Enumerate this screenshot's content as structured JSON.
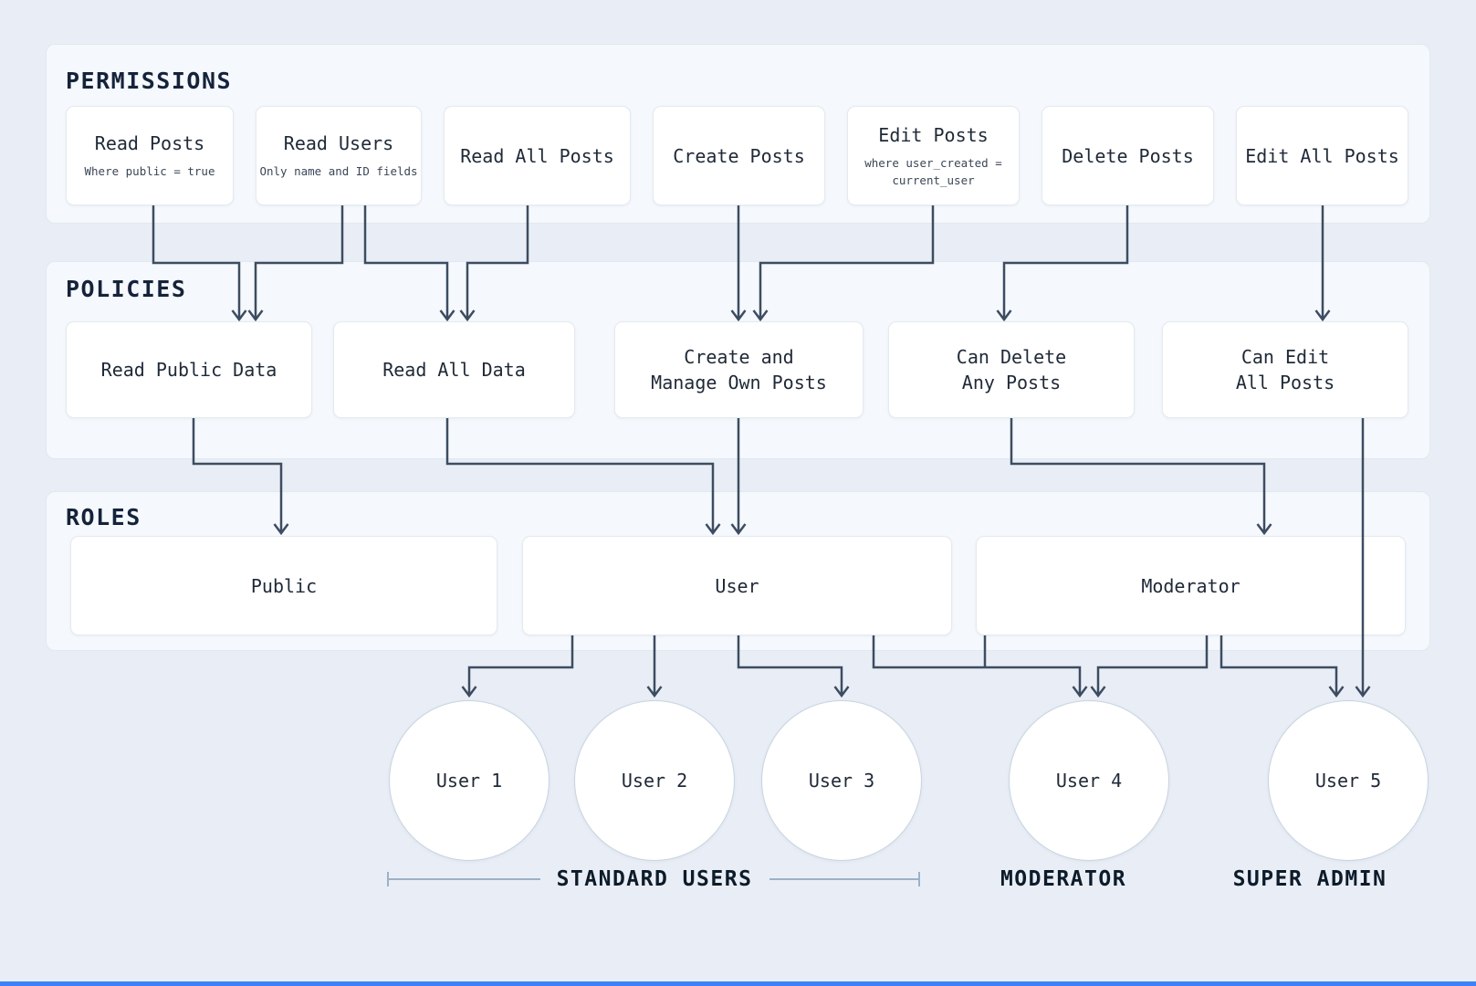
{
  "colors": {
    "background": "#e9eef6",
    "container_fill": "#f5f8fc",
    "container_border": "#e0e8f0",
    "node_fill": "#ffffff",
    "node_border": "#e4eaf1",
    "arrow": "#3d4c61",
    "bracket": "#9db1c7",
    "accent_bar": "#3b82f6",
    "text_primary": "#15233a",
    "text_secondary": "#3a4656"
  },
  "sections": {
    "permissions": {
      "label": "PERMISSIONS",
      "items": [
        {
          "title": "Read Posts",
          "subtitle": "Where public = true"
        },
        {
          "title": "Read Users",
          "subtitle": "Only name and ID fields"
        },
        {
          "title": "Read All Posts",
          "subtitle": ""
        },
        {
          "title": "Create Posts",
          "subtitle": ""
        },
        {
          "title": "Edit Posts",
          "subtitle": "where user_created =\ncurrent_user"
        },
        {
          "title": "Delete Posts",
          "subtitle": ""
        },
        {
          "title": "Edit All Posts",
          "subtitle": ""
        }
      ]
    },
    "policies": {
      "label": "POLICIES",
      "items": [
        {
          "title": "Read Public Data"
        },
        {
          "title": "Read All Data"
        },
        {
          "title": "Create and\nManage Own Posts"
        },
        {
          "title": "Can Delete\nAny Posts"
        },
        {
          "title": "Can Edit\nAll Posts"
        }
      ]
    },
    "roles": {
      "label": "ROLES",
      "items": [
        {
          "title": "Public"
        },
        {
          "title": "User"
        },
        {
          "title": "Moderator"
        }
      ]
    }
  },
  "users": [
    {
      "label": "User 1"
    },
    {
      "label": "User 2"
    },
    {
      "label": "User 3"
    },
    {
      "label": "User 4"
    },
    {
      "label": "User 5"
    }
  ],
  "group_labels": [
    {
      "label": "STANDARD USERS"
    },
    {
      "label": "MODERATOR"
    },
    {
      "label": "SUPER ADMIN"
    }
  ]
}
